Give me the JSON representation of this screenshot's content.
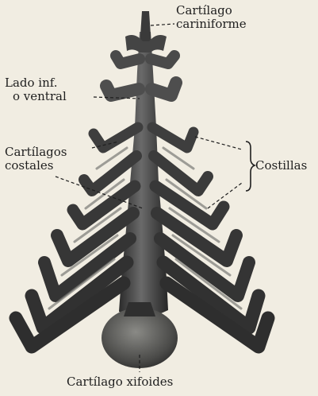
{
  "labels": {
    "carina": [
      "Cartílago",
      "cariniforme"
    ],
    "lower_side": [
      "Lado inf.",
      "o ventral"
    ],
    "costal": [
      "Cartílagos",
      "costales"
    ],
    "ribs": "Costillas",
    "xiphoid": "Cartílago xifoides"
  }
}
